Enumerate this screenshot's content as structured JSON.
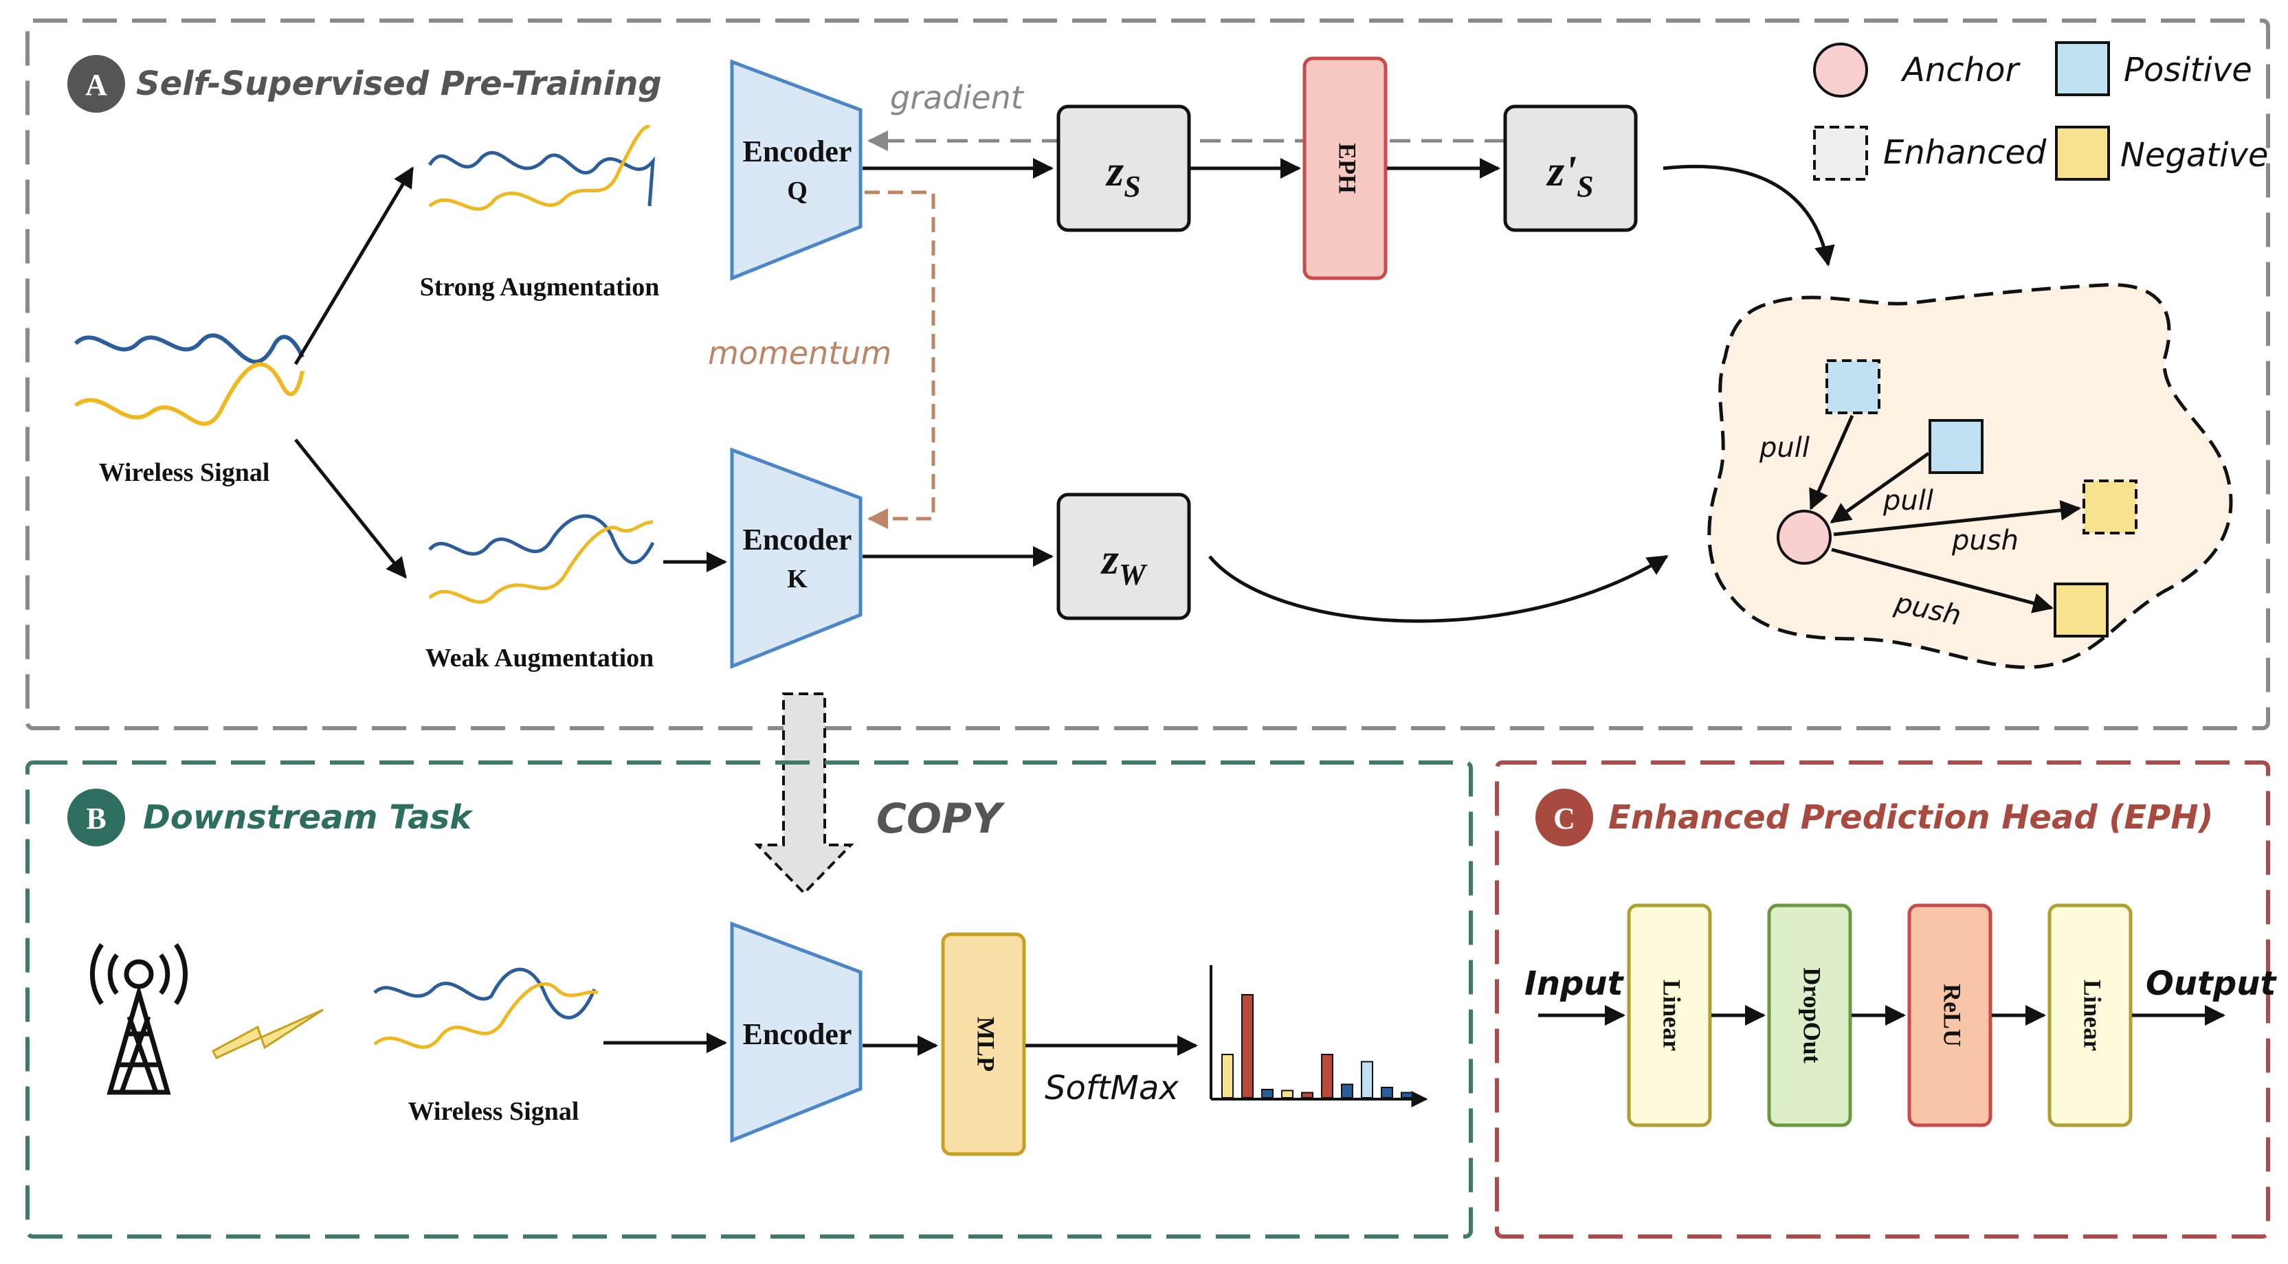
{
  "panel_a": {
    "badge": "A",
    "title": "Self-Supervised Pre-Training",
    "wireless_signal": "Wireless Signal",
    "strong_aug": "Strong Augmentation",
    "weak_aug": "Weak Augmentation",
    "encoder_q": {
      "line1": "Encoder",
      "line2": "Q"
    },
    "encoder_k": {
      "line1": "Encoder",
      "line2": "K"
    },
    "gradient": "gradient",
    "momentum": "momentum",
    "zs": {
      "main": "z",
      "sub": "S"
    },
    "zs_prime": {
      "main": "z'",
      "sub": "S"
    },
    "zw": {
      "main": "z",
      "sub": "W"
    },
    "eph": "EPH",
    "legend": {
      "anchor": "Anchor",
      "positive": "Positive",
      "enhanced": "Enhanced",
      "negative": "Negative"
    },
    "cloud": {
      "pull1": "pull",
      "pull2": "pull",
      "push1": "push",
      "push2": "push"
    }
  },
  "copy_label": "COPY",
  "panel_b": {
    "badge": "B",
    "title": "Downstream Task",
    "wireless_signal": "Wireless Signal",
    "encoder": "Encoder",
    "mlp": "MLP",
    "softmax": "SoftMax"
  },
  "panel_c": {
    "badge": "C",
    "title": "Enhanced Prediction Head (EPH)",
    "input": "Input",
    "output": "Output",
    "blocks": [
      "Linear",
      "DropOut",
      "ReLU",
      "Linear"
    ]
  },
  "colors": {
    "panel_a_border": "#8a8a8a",
    "panel_b_border": "#3d7a6a",
    "panel_c_border": "#b04a4a",
    "badge_a": "#555555",
    "badge_b": "#2e6e60",
    "badge_c": "#a84a40",
    "encoder_fill": "#dae8f6",
    "encoder_stroke": "#4a86c8",
    "z_fill": "#e6e6e6",
    "eph_fill": "#f7c9c2",
    "anchor_fill": "#f9d0d0",
    "positive_fill": "#bfe1f2",
    "negative_fill": "#f7e28e",
    "cloud_fill": "#fcf1e2",
    "gradient_color": "#888888",
    "momentum_color": "#bb8566",
    "signal_blue": "#2a5d9a",
    "signal_yellow": "#f0b820",
    "block_linear": "#fdfbd9",
    "block_dropout": "#dcefc8",
    "block_relu": "#f7c6a8"
  },
  "bar_chart": {
    "type": "bar",
    "values": [
      0.42,
      1.0,
      0.08,
      0.07,
      0.05,
      0.42,
      0.13,
      0.35,
      0.1,
      0.05
    ],
    "colors": [
      "#f7e28e",
      "#b84a3a",
      "#2a5d9a",
      "#f7e28e",
      "#b84a3a",
      "#b84a3a",
      "#2a5d9a",
      "#bfe1f2",
      "#2a5d9a",
      "#2a5d9a"
    ]
  }
}
